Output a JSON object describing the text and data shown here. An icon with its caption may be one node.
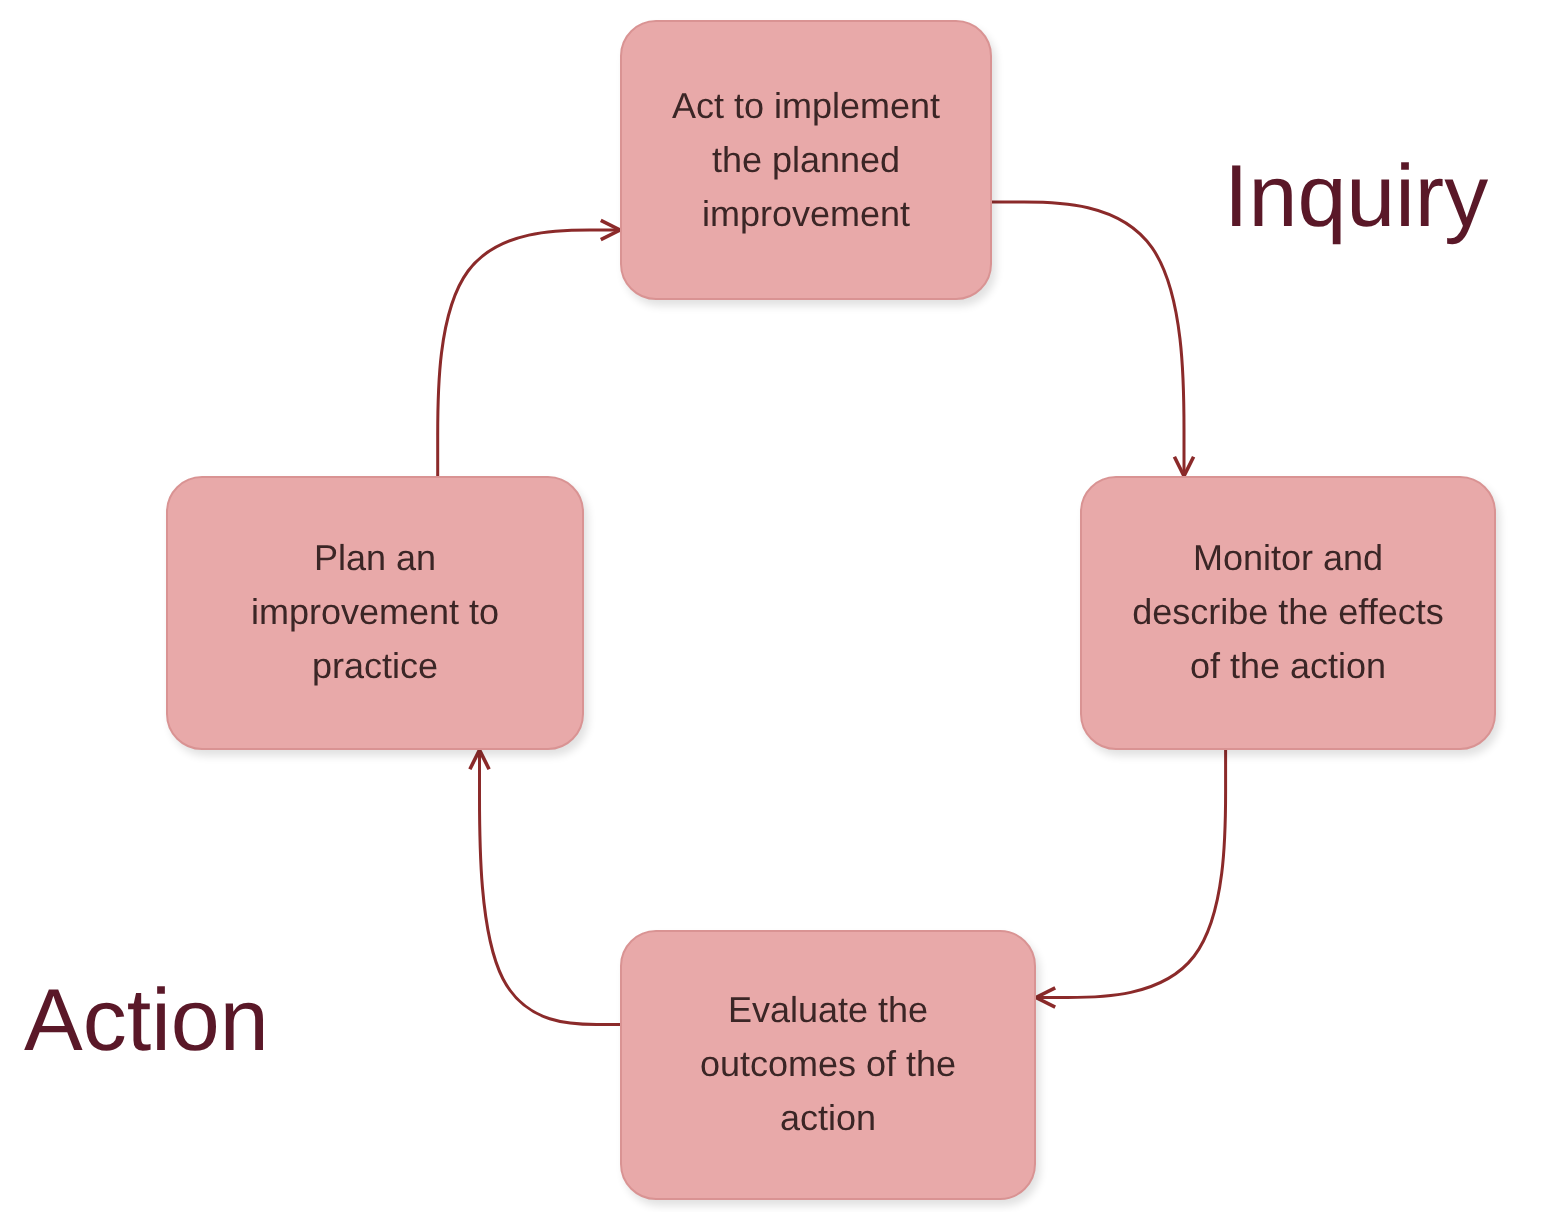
{
  "diagram": {
    "nodes": [
      {
        "text": [
          "Act to implement the planned improvement"
        ]
      },
      {
        "text": [
          "Monitor and describe the effects of the action"
        ]
      },
      {
        "text": [
          "Evaluate the outcomes of the action"
        ]
      },
      {
        "text": [
          "Plan an improvement to practice"
        ]
      }
    ],
    "edges": [
      {
        "from": 0,
        "to": 1,
        "arrow": "to"
      },
      {
        "from": 1,
        "to": 2,
        "arrow": "to"
      },
      {
        "from": 2,
        "to": 3,
        "arrow": "to"
      },
      {
        "from": 3,
        "to": 0,
        "arrow": "to"
      }
    ],
    "labels": [
      "Inquiry",
      "Action"
    ]
  }
}
